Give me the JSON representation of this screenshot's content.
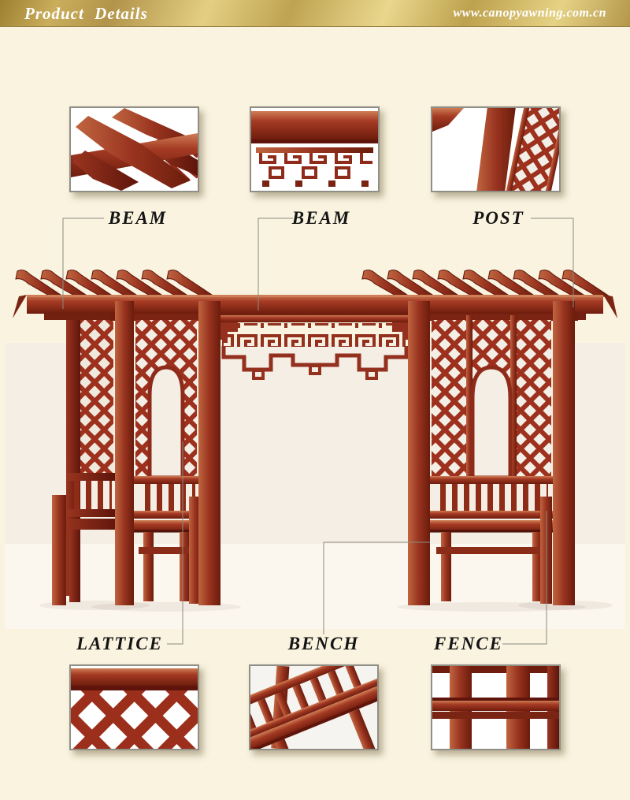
{
  "header": {
    "title": "Product Details",
    "website": "www.canopyawning.com.cn",
    "text_color": "#ffffff",
    "gold_dark": "#9d8131",
    "gold_light": "#e9d78d"
  },
  "page_background": "#f9f3df",
  "backdrop": {
    "wall_band": "#f5eee5",
    "ground_band": "#fbf7ee"
  },
  "wood_colors": {
    "light": "#cf7e55",
    "mid": "#a53b24",
    "dark": "#6e1c0d"
  },
  "callout_line_color": "#8b8b80",
  "illustration": "chinese-style-wooden-pergola-with-benches",
  "callouts": {
    "top": [
      {
        "label": "BEAM",
        "thumbnail": "beam-rafter-ends-closeup"
      },
      {
        "label": "BEAM",
        "thumbnail": "beam-with-fretwork-closeup"
      },
      {
        "label": "POST",
        "thumbnail": "post-with-lattice-closeup"
      }
    ],
    "bottom": [
      {
        "label": "LATTICE",
        "thumbnail": "diamond-lattice-closeup"
      },
      {
        "label": "BENCH",
        "thumbnail": "bench-corner-closeup"
      },
      {
        "label": "FENCE",
        "thumbnail": "fence-posts-rails-closeup"
      }
    ]
  }
}
